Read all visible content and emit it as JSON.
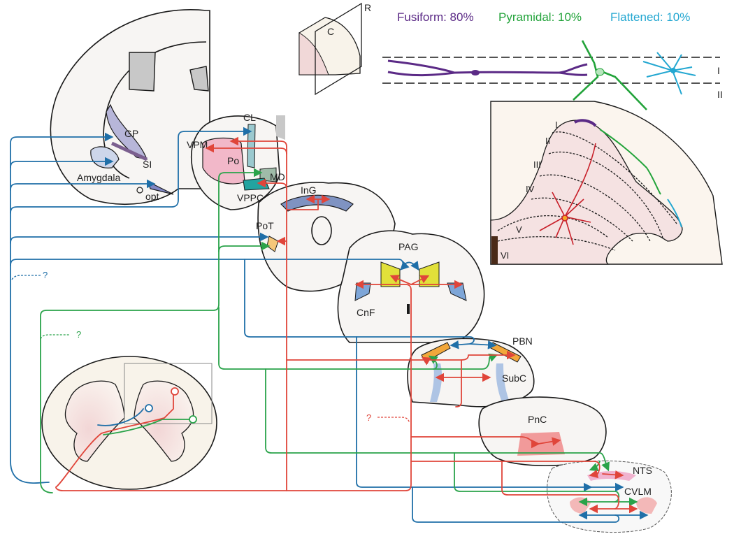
{
  "legend": {
    "items": [
      {
        "label": "Fusiform: 80%",
        "color": "#5b2a86"
      },
      {
        "label": "Pyramidal: 10%",
        "color": "#22a33a"
      },
      {
        "label": "Flattened: 10%",
        "color": "#23a7d1"
      }
    ]
  },
  "orientation": {
    "coronal": "C",
    "rostral": "R"
  },
  "layers_strip": {
    "upper": "I",
    "lower": "II"
  },
  "lamina_inset": {
    "labels": [
      "I",
      "II",
      "III",
      "IV",
      "V",
      "VI"
    ]
  },
  "regions": {
    "gp": "GP",
    "si": "SI",
    "amygdala": "Amygdala",
    "opt": "opt",
    "cl": "CL",
    "vpm": "VPM",
    "po": "Po",
    "md": "MD",
    "vppc": "VPPC",
    "ing": "InG",
    "pot": "PoT",
    "pag": "PAG",
    "cnf": "CnF",
    "pbn": "PBN",
    "subc": "SubC",
    "pnc": "PnC",
    "nts": "NTS",
    "cvlm": "CVLM"
  },
  "unknown_marks": {
    "blue": "?",
    "green": "?",
    "red": "?"
  },
  "pathway_colors": {
    "blue": "#1f6fa8",
    "green": "#2aa34a",
    "red": "#e0453a"
  }
}
